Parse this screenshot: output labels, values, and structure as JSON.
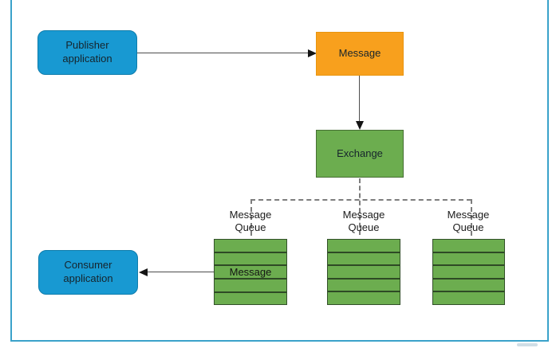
{
  "diagram": {
    "type": "message-broker-flow",
    "background": "#ffffff",
    "frame_color": "#3aa2ca"
  },
  "nodes": {
    "publisher": {
      "label": "Publisher application",
      "color": "#1899d2"
    },
    "message": {
      "label": "Message",
      "color": "#f8a01d"
    },
    "exchange": {
      "label": "Exchange",
      "color": "#6cad4f"
    },
    "consumer": {
      "label": "Consumer application",
      "color": "#1899d2"
    }
  },
  "queues": [
    {
      "label": "Message Queue",
      "rows": 5,
      "message_label": "Message",
      "color": "#6cad4f"
    },
    {
      "label": "Message Queue",
      "rows": 5,
      "color": "#6cad4f"
    },
    {
      "label": "Message Queue",
      "rows": 5,
      "color": "#6cad4f"
    }
  ],
  "edges": [
    {
      "from": "publisher",
      "to": "message",
      "style": "solid-arrow"
    },
    {
      "from": "message",
      "to": "exchange",
      "style": "solid-arrow"
    },
    {
      "from": "exchange",
      "to": "queues",
      "style": "dashed"
    },
    {
      "from": "queue-1",
      "to": "consumer",
      "style": "solid-arrow"
    }
  ],
  "colors": {
    "line": "#4d4d4d",
    "dashed_line": "#7d7d7d",
    "arrowhead": "#141414",
    "text": "#1b1b1b"
  }
}
